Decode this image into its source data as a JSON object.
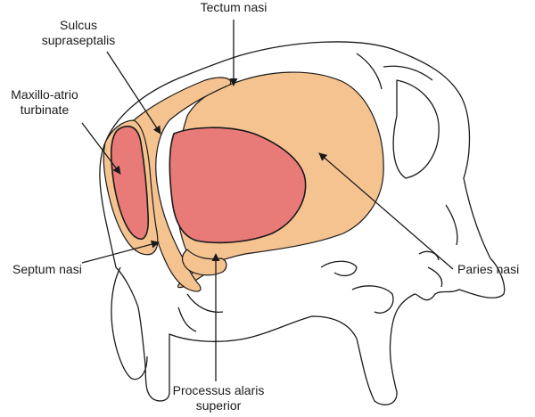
{
  "labels": {
    "tectum_nasi": "Tectum nasi",
    "sulcus_line1": "Sulcus",
    "sulcus_line2": "supraseptalis",
    "maxillo_line1": "Maxillo-atrio",
    "maxillo_line2": "turbinate",
    "septum_nasi": "Septum nasi",
    "paries_nasi": "Paries nasi",
    "processus_line1": "Processus alaris",
    "processus_line2": "superior"
  },
  "colors": {
    "cartilage_fill": "#f5c390",
    "cavity_fill": "#e87a78",
    "bone_fill": "#ffffff",
    "outline": "#1a1a1a",
    "text": "#1a1a1a"
  }
}
